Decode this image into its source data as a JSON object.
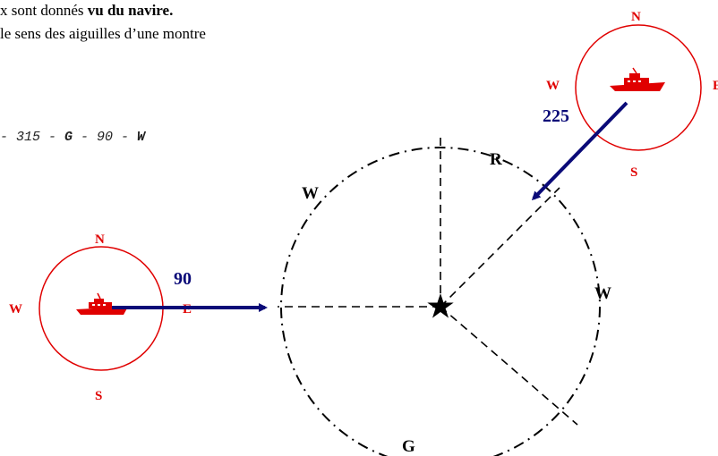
{
  "text": {
    "line1_a": "x sont donnés ",
    "line1_b": "vu du navire.",
    "line2": "le sens des aiguilles d’une montre",
    "seq_a": "- 315 - ",
    "seq_g": "G",
    "seq_b": " - 90 - ",
    "seq_w": "W"
  },
  "compass_right": {
    "n": "N",
    "w": "W",
    "s": "S",
    "e": "E"
  },
  "compass_left": {
    "n": "N",
    "w": "W",
    "s": "S",
    "e": "E"
  },
  "bearings": {
    "right": "225",
    "left": "90"
  },
  "sector_labels": {
    "r": "R",
    "w_left": "W",
    "w_right": "W",
    "g": "G"
  },
  "colors": {
    "compass": "#e00000",
    "arrow": "#0a0a78",
    "sectors": "#000000"
  }
}
